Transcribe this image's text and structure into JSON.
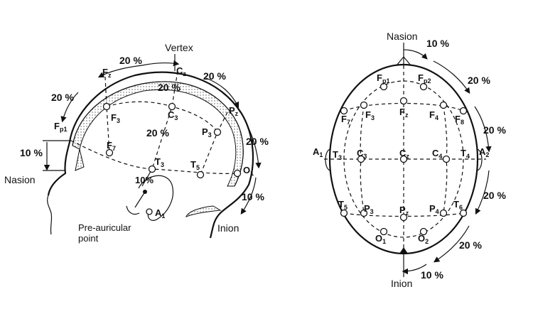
{
  "side_view": {
    "labels": {
      "vertex": "Vertex",
      "nasion": "Nasion",
      "inion": "Inion",
      "pre_auricular_1": "Pre-auricular",
      "pre_auricular_2": "point"
    },
    "percent": {
      "p20": "20 %",
      "p10": "10 %",
      "p10_tight": "10%"
    },
    "electrodes": {
      "Fp1": "F",
      "Fp1_sub": "p1",
      "Fz": "F",
      "Fz_sub": "z",
      "Cz": "C",
      "Cz_sub": "z",
      "Pz": "P",
      "Pz_sub": "z",
      "O1": "O",
      "O1_sub": "1",
      "F3": "F",
      "F3_sub": "3",
      "C3": "C",
      "C3_sub": "3",
      "P3": "P",
      "P3_sub": "3",
      "F7": "F",
      "F7_sub": "7",
      "T3": "T",
      "T3_sub": "3",
      "T5": "T",
      "T5_sub": "5",
      "A1": "A",
      "A1_sub": "1"
    }
  },
  "top_view": {
    "labels": {
      "nasion": "Nasion",
      "inion": "Inion"
    },
    "percent": {
      "p10": "10 %",
      "p20": "20 %"
    },
    "electrodes": {
      "Fp1": "F",
      "Fp1_sub": "p1",
      "Fp2": "F",
      "Fp2_sub": "p2",
      "F7": "F",
      "F7_sub": "7",
      "F3": "F",
      "F3_sub": "3",
      "Fz": "F",
      "Fz_sub": "z",
      "F4": "F",
      "F4_sub": "4",
      "F8": "F",
      "F8_sub": "8",
      "A1": "A",
      "A1_sub": "1",
      "T3": "T",
      "T3_sub": "3",
      "C3": "C",
      "C3_sub": "3",
      "Cz": "C",
      "Cz_sub": "z",
      "C4": "C",
      "C4_sub": "4",
      "T4": "T",
      "T4_sub": "4",
      "A2": "A",
      "A2_sub": "2",
      "T5": "T",
      "T5_sub": "5",
      "P3": "P",
      "P3_sub": "3",
      "Pz": "P",
      "Pz_sub": "z",
      "P4": "P",
      "P4_sub": "4",
      "T6": "T",
      "T6_sub": "6",
      "O1": "O",
      "O1_sub": "1",
      "O2": "O",
      "O2_sub": "2"
    }
  }
}
